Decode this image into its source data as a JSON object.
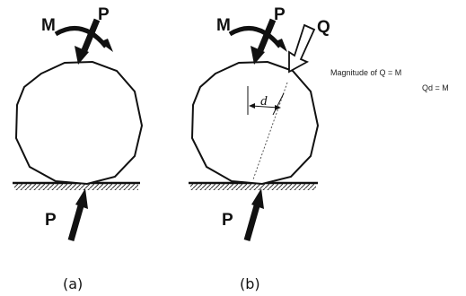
{
  "panels": {
    "a": {
      "caption": "(a)",
      "moment_label": "M",
      "force_top_label": "P",
      "force_bottom_label": "P"
    },
    "b": {
      "caption": "(b)",
      "moment_label": "M",
      "force_top_label": "P",
      "force_bottom_label": "P",
      "couple_force_label": "Q",
      "distance_label": "d"
    }
  },
  "note": {
    "line1": "Magnitude of  Q = M",
    "line2": "Qd = M"
  },
  "colors": {
    "ink": "#111111",
    "background": "#ffffff"
  }
}
